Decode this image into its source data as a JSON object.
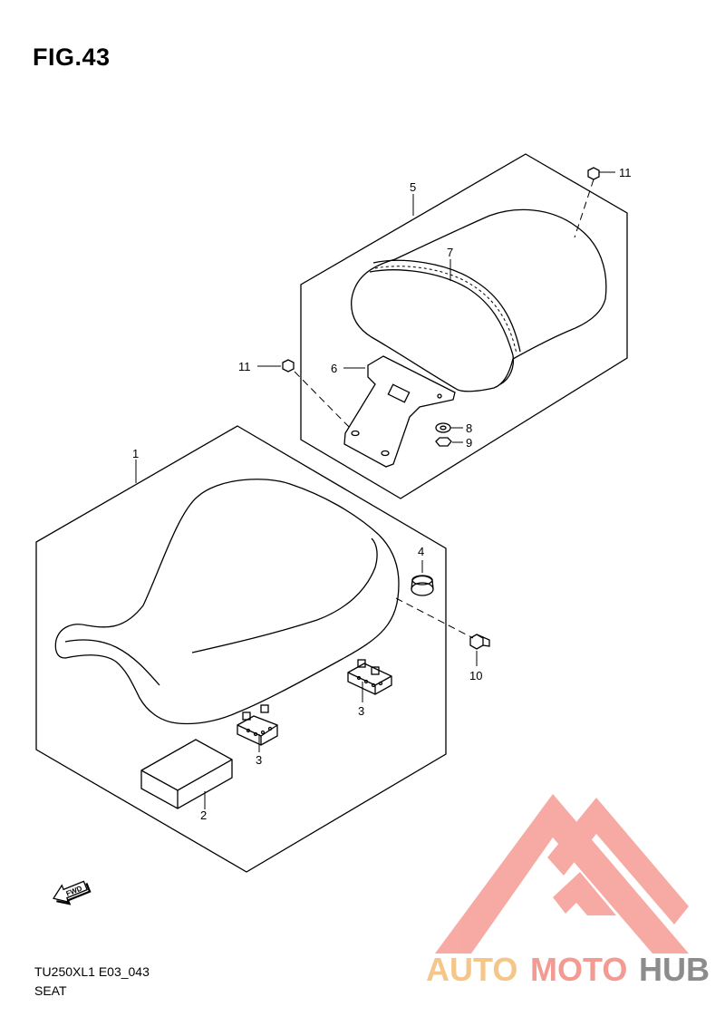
{
  "figure": {
    "title": "FIG.43",
    "model_code": "TU250XL1 E03_043",
    "caption": "SEAT"
  },
  "callouts": [
    {
      "id": "c1",
      "label": "1"
    },
    {
      "id": "c2",
      "label": "2"
    },
    {
      "id": "c3a",
      "label": "3"
    },
    {
      "id": "c3b",
      "label": "3"
    },
    {
      "id": "c4",
      "label": "4"
    },
    {
      "id": "c5",
      "label": "5"
    },
    {
      "id": "c6",
      "label": "6"
    },
    {
      "id": "c7",
      "label": "7"
    },
    {
      "id": "c8",
      "label": "8"
    },
    {
      "id": "c9",
      "label": "9"
    },
    {
      "id": "c10",
      "label": "10"
    },
    {
      "id": "c11a",
      "label": "11"
    },
    {
      "id": "c11b",
      "label": "11"
    }
  ],
  "fwd_arrow": {
    "label": "FWD"
  },
  "watermark": {
    "part1": "AUTO",
    "part2": "MOTO",
    "part3": "HUB",
    "colors": {
      "auto": "#f5c68a",
      "moto": "#f39a93",
      "hub": "#8c8c8c",
      "logo": "#f7a19a"
    }
  }
}
